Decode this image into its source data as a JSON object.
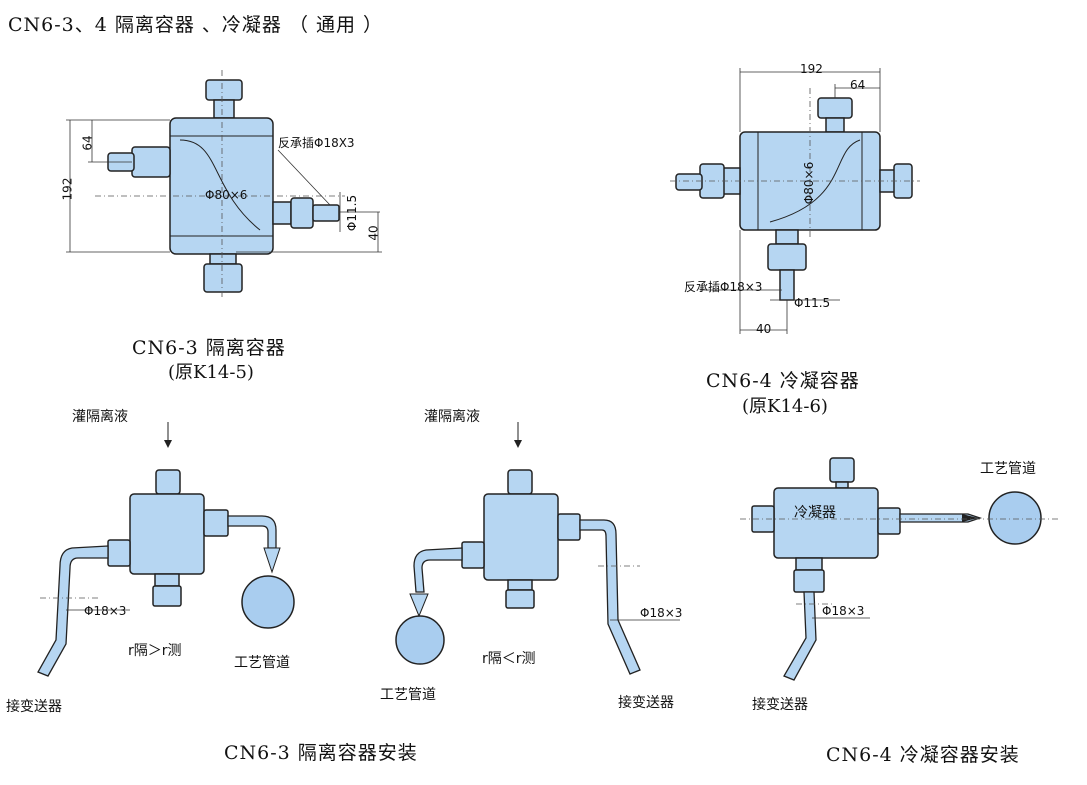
{
  "header": {
    "title": "CN6-3、4  隔离容器 、冷凝器 （ 通用 ）"
  },
  "fig1": {
    "caption": "CN6-3  隔离容器",
    "sub": "(原K14-5)",
    "dim_192": "192",
    "dim_64": "64",
    "dim_phi80": "Φ80×6",
    "dim_phi115": "Φ11.5",
    "dim_40": "40",
    "note_socket": "反承插Φ18X3"
  },
  "fig2": {
    "caption": "CN6-4  冷凝容器",
    "sub": "(原K14-6)",
    "dim_192": "192",
    "dim_64": "64",
    "dim_phi80": "Φ80×6",
    "dim_phi115": "Φ11.5",
    "dim_40": "40",
    "note_socket": "反承插Φ18×3"
  },
  "fig3": {
    "fill_label": "灌隔离液",
    "pipe_label": "工艺管道",
    "phi18": "Φ18×3",
    "ratio": "r隔＞r测",
    "transmitter": "接变送器"
  },
  "fig4": {
    "fill_label": "灌隔离液",
    "pipe_label": "工艺管道",
    "phi18": "Φ18×3",
    "ratio": "r隔＜r测",
    "transmitter": "接变送器"
  },
  "fig5": {
    "body_label": "冷凝器",
    "pipe_label": "工艺管道",
    "phi18": "Φ18×3",
    "transmitter": "接变送器"
  },
  "footer": {
    "caption_left": "CN6-3  隔离容器安装",
    "caption_right": "CN6-4  冷凝容器安装"
  }
}
